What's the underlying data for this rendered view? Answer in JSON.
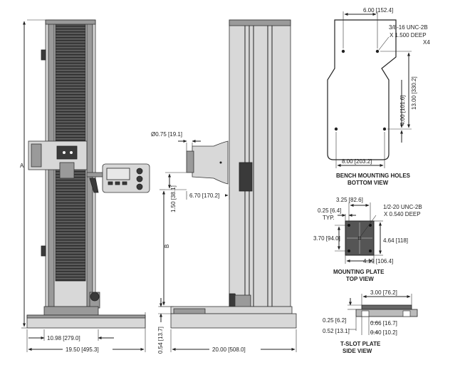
{
  "front_view": {
    "label_a": "A",
    "width_base": "10.98 [279.0]",
    "width_total": "19.50 [495.3]"
  },
  "side_view": {
    "diameter": "Ø0.75 [19.1]",
    "height_150": "1.50 [38.1]",
    "depth_670": "6.70 [170.2]",
    "label_b": "B",
    "base_height": "0.54 [13.7]",
    "depth_total": "20.00 [508.0]"
  },
  "bench_holes": {
    "width_top": "6.00 [152.4]",
    "thread": "3/8-16 UNC-2B",
    "thread_depth": "X 1.500 DEEP",
    "count": "X4",
    "height_1300": "13.00 [330.2]",
    "height_400": "4.00 [101.6]",
    "width_bottom": "8.00 [203.2]",
    "caption_line1": "BENCH MOUNTING HOLES",
    "caption_line2": "BOTTOM VIEW"
  },
  "mounting_plate": {
    "width": "3.25 [82.6]",
    "edge": "0.25 [6.4]",
    "typ": "TYP.",
    "thread": "1/2-20 UNC-2B",
    "thread_depth": "X 0.540 DEEP",
    "height_left": "3.70 [94.0]",
    "height_right": "4.64 [118]",
    "width_bottom": "4.19 [106.4]",
    "caption_line1": "MOUNTING PLATE",
    "caption_line2": "TOP VIEW"
  },
  "tslot_plate": {
    "width": "3.00 [76.2]",
    "d025": "0.25 [6.2]",
    "d066": "0.66 [16.7]",
    "d052": "0.52 [13.1]",
    "d040": "0.40 [10.2]",
    "caption_line1": "T-SLOT PLATE",
    "caption_line2": "SIDE VIEW"
  },
  "colors": {
    "line": "#222222",
    "shade": "#9a9a9a",
    "dark": "#3a3a3a"
  }
}
